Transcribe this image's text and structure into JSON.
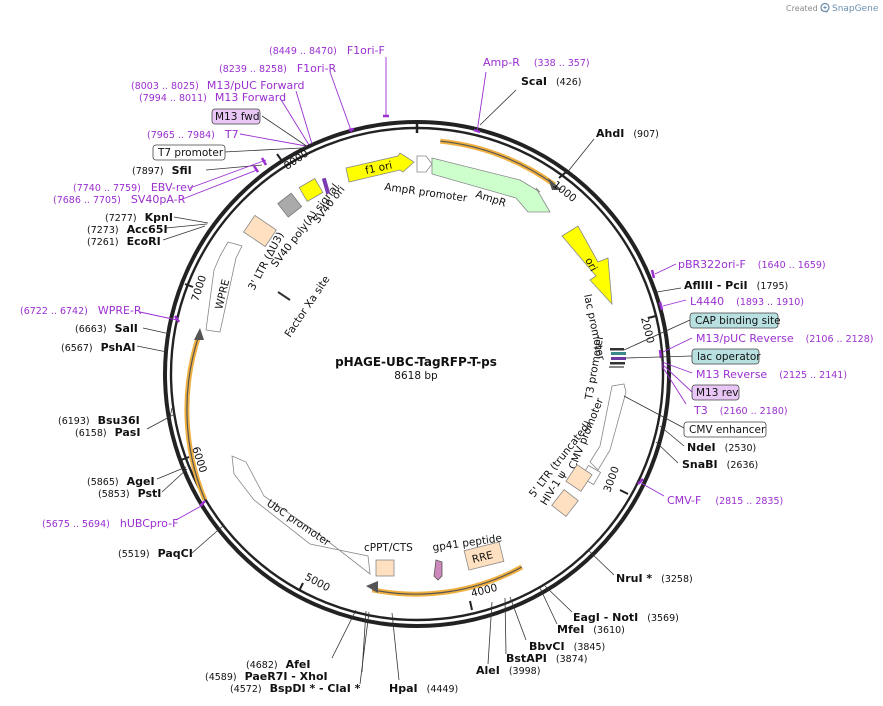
{
  "header": {
    "created_by": "Created by",
    "brand": "SnapGene"
  },
  "map": {
    "name": "pHAGE-UBC-TagRFP-T-ps",
    "length_label": "8618 bp",
    "length": 8618
  },
  "ticks": [
    "1000",
    "2000",
    "3000",
    "4000",
    "5000",
    "6000",
    "7000",
    "8000"
  ],
  "features": [
    {
      "name": "f1 ori",
      "color": "#ffff00"
    },
    {
      "name": "AmpR promoter",
      "color": "#ffffff"
    },
    {
      "name": "AmpR",
      "color": "#ccffcc"
    },
    {
      "name": "ori",
      "color": "#ffff00"
    },
    {
      "name": "lac promoter",
      "color": "#ffffff"
    },
    {
      "name": "T3 promoter",
      "color": "#ffffff"
    },
    {
      "name": "CMV promoter",
      "color": "#ffffff"
    },
    {
      "name": "HIV-1 ψ",
      "color": "#ffffff"
    },
    {
      "name": "5' LTR (truncated)",
      "color": "#ffe0c0"
    },
    {
      "name": "RRE",
      "color": "#ffe0c0"
    },
    {
      "name": "gp41 peptide",
      "color": "#cc88bb"
    },
    {
      "name": "cPPT/CTS",
      "color": "#ffe0c0"
    },
    {
      "name": "UbC promoter",
      "color": "#ffffff"
    },
    {
      "name": "WPRE",
      "color": "#ffffff"
    },
    {
      "name": "3' LTR (ΔU3)",
      "color": "#ffe0c0"
    },
    {
      "name": "SV40 poly(A) signal",
      "color": "#aaaaaa"
    },
    {
      "name": "SV40 ori",
      "color": "#ffff00"
    },
    {
      "name": "Factor Xa site",
      "color": "#333333"
    }
  ],
  "sites": [
    {
      "name": "ScaI",
      "pos": "(426)"
    },
    {
      "name": "AhdI",
      "pos": "(907)"
    },
    {
      "name": "AflIII  - PciI",
      "pos": "(1795)"
    },
    {
      "name": "NdeI",
      "pos": "(2530)"
    },
    {
      "name": "SnaBI",
      "pos": "(2636)"
    },
    {
      "name": "NruI *",
      "pos": "(3258)"
    },
    {
      "name": "EagI  - NotI",
      "pos": "(3569)"
    },
    {
      "name": "MfeI",
      "pos": "(3610)"
    },
    {
      "name": "BbvCI",
      "pos": "(3845)"
    },
    {
      "name": "BstAPI",
      "pos": "(3874)"
    },
    {
      "name": "AleI",
      "pos": "(3998)"
    },
    {
      "name": "HpaI",
      "pos": "(4449)"
    },
    {
      "name": "AfeI",
      "pos": "(4682)"
    },
    {
      "name": "PaeR7I  - XhoI",
      "pos": "(4589)"
    },
    {
      "name": "BspDI *  - ClaI *",
      "pos": "(4572)"
    },
    {
      "name": "PaqCI",
      "pos": "(5519)"
    },
    {
      "name": "PstI",
      "pos": "(5853)"
    },
    {
      "name": "AgeI",
      "pos": "(5865)"
    },
    {
      "name": "PasI",
      "pos": "(6158)"
    },
    {
      "name": "Bsu36I",
      "pos": "(6193)"
    },
    {
      "name": "PshAI",
      "pos": "(6567)"
    },
    {
      "name": "SalI",
      "pos": "(6663)"
    },
    {
      "name": "EcoRI",
      "pos": "(7261)"
    },
    {
      "name": "Acc65I",
      "pos": "(7273)"
    },
    {
      "name": "KpnI",
      "pos": "(7277)"
    },
    {
      "name": "SfiI",
      "pos": "(7897)"
    }
  ],
  "primers": [
    {
      "name": "Amp-R",
      "pos": "(338 .. 357)"
    },
    {
      "name": "pBR322ori-F",
      "pos": "(1640 .. 1659)"
    },
    {
      "name": "L4440",
      "pos": "(1893 .. 1910)"
    },
    {
      "name": "M13/pUC Reverse",
      "pos": "(2106 .. 2128)"
    },
    {
      "name": "M13 Reverse",
      "pos": "(2125 .. 2141)"
    },
    {
      "name": "T3",
      "pos": "(2160 .. 2180)"
    },
    {
      "name": "CMV-F",
      "pos": "(2815 .. 2835)"
    },
    {
      "name": "hUBCpro-F",
      "pos": "(5675 .. 5694)"
    },
    {
      "name": "WPRE-R",
      "pos": "(6722 .. 6742)"
    },
    {
      "name": "SV40pA-R",
      "pos": "(7686 .. 7705)"
    },
    {
      "name": "EBV-rev",
      "pos": "(7740 .. 7759)"
    },
    {
      "name": "T7",
      "pos": "(7965 .. 7984)"
    },
    {
      "name": "M13 Forward",
      "pos": "(7994 .. 8011)"
    },
    {
      "name": "M13/pUC Forward",
      "pos": "(8003 .. 8025)"
    },
    {
      "name": "F1ori-R",
      "pos": "(8239 .. 8258)"
    },
    {
      "name": "F1ori-F",
      "pos": "(8449 .. 8470)"
    }
  ],
  "boxed": [
    {
      "name": "CAP binding site",
      "color": "#b8e0e0"
    },
    {
      "name": "lac operator",
      "color": "#b8e0e0"
    },
    {
      "name": "M13 rev",
      "color": "#e8c6f5"
    },
    {
      "name": "CMV enhancer",
      "color": "#ffffff"
    },
    {
      "name": "M13 fwd",
      "color": "#e8c6f5"
    },
    {
      "name": "T7 promoter",
      "color": "#ffffff"
    }
  ]
}
